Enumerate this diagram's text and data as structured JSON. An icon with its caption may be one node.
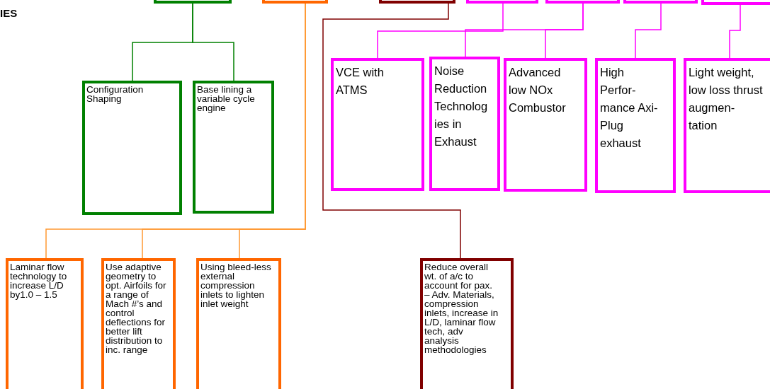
{
  "diagram": {
    "nodes": [
      {
        "text": [],
        "shape": "box"
      },
      {
        "text": [],
        "shape": "box"
      },
      {
        "text": [],
        "shape": "box"
      },
      {
        "text": [],
        "shape": "box"
      },
      {
        "text": [],
        "shape": "box"
      },
      {
        "text": [],
        "shape": "box"
      },
      {
        "text": [],
        "shape": "box"
      },
      {
        "text": [
          "Configuration Shaping"
        ]
      },
      {
        "text": [
          "Base lining a variable cycle engine"
        ]
      },
      {
        "text": [
          "VCE with ATMS"
        ]
      },
      {
        "text": [
          "Noise Reduction Technolog ies in Exhaust"
        ]
      },
      {
        "text": [
          "Advanced low NOx Combustor"
        ]
      },
      {
        "text": [
          "High Perfor- mance Axi-Plug exhaust"
        ]
      },
      {
        "text": [
          "Light weight, low loss thrust augmen- tation"
        ]
      },
      {
        "text": [
          "Laminar flow technology to increase L/D by1.0 – 1.5"
        ]
      },
      {
        "text": [
          "Use adaptive geometry to opt. Airfoils for a range  of Mach #’s and control deflections for better lift distribution to inc. range"
        ]
      },
      {
        "text": [
          "Using bleed-less external compression inlets to lighten inlet weight"
        ]
      },
      {
        "text": [
          "Reduce overall wt. of a/c to account for pax. – Adv. Materials, compression inlets, increase in L/D, laminar flow tech, adv analysis methodologies"
        ]
      }
    ],
    "edges": [
      {
        "from": 0,
        "to": 7,
        "arrow": "none",
        "color": "#008000"
      },
      {
        "from": 0,
        "to": 8,
        "arrow": "none",
        "color": "#008000"
      },
      {
        "from": 1,
        "to": 14,
        "arrow": "none",
        "color": "#ff9933"
      },
      {
        "from": 1,
        "to": 15,
        "arrow": "none",
        "color": "#ff9933"
      },
      {
        "from": 1,
        "to": 16,
        "arrow": "none",
        "color": "#ff9933"
      },
      {
        "from": 2,
        "to": 17,
        "arrow": "none",
        "color": "#800000"
      },
      {
        "from": 3,
        "to": 9,
        "arrow": "none",
        "color": "#ff00ff"
      },
      {
        "from": 4,
        "to": 10,
        "arrow": "none",
        "color": "#ff00ff"
      },
      {
        "from": 4,
        "to": 11,
        "arrow": "none",
        "color": "#ff00ff"
      },
      {
        "from": 5,
        "to": 12,
        "arrow": "none",
        "color": "#ff00ff"
      },
      {
        "from": 6,
        "to": 13,
        "arrow": "none",
        "color": "#ff00ff"
      }
    ],
    "labels": [
      "IES"
    ]
  }
}
